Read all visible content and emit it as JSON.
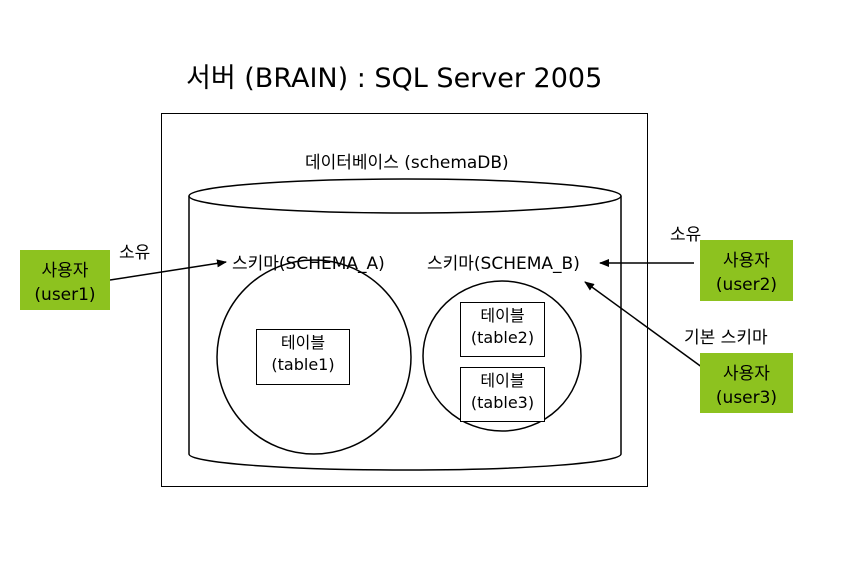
{
  "title": "서버 (BRAIN) : SQL Server 2005",
  "database_label": "데이터베이스 (schemaDB)",
  "schemas": [
    {
      "label": "스키마(SCHEMA_A)"
    },
    {
      "label": "스키마(SCHEMA_B)"
    }
  ],
  "tables": [
    {
      "name": "테이블",
      "id": "(table1)"
    },
    {
      "name": "테이블",
      "id": "(table2)"
    },
    {
      "name": "테이블",
      "id": "(table3)"
    }
  ],
  "users": [
    {
      "name": "사용자",
      "id": "(user1)"
    },
    {
      "name": "사용자",
      "id": "(user2)"
    },
    {
      "name": "사용자",
      "id": "(user3)"
    }
  ],
  "relations": {
    "owns_1": "소유",
    "owns_2": "소유",
    "default_schema": "기본 스키마"
  },
  "colors": {
    "user_box": "#8dc21f",
    "line": "#000000"
  }
}
